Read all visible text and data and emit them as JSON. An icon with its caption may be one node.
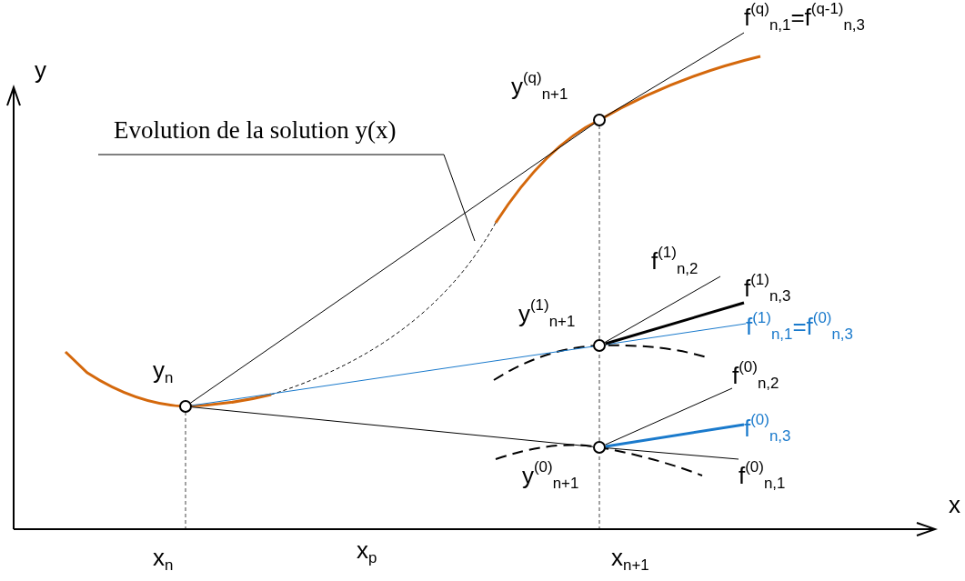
{
  "diagram": {
    "nodes": [
      {
        "text": [],
        "shape": "circle",
        "beside": [
          "y$_{n}$"
        ]
      },
      {
        "text": [],
        "shape": "circle",
        "beside": [
          "y$^{(q)}$$_{n+1}$"
        ]
      },
      {
        "text": [],
        "shape": "circle",
        "beside": [
          "y$^{(1)}$$_{n+1}$"
        ]
      },
      {
        "text": [],
        "shape": "circle",
        "beside": [
          "y$^{(0)}$$_{n+1}$"
        ]
      },
      {
        "text": [
          "f$^{(q)}$$_{n,1}$=f$^{(q-1)}$$_{n,3}$"
        ]
      },
      {
        "text": [
          "f$^{(1)}$$_{n,2}$"
        ]
      },
      {
        "text": [
          "f$^{(1)}$$_{n,3}$"
        ]
      },
      {
        "text": [
          "f$^{(1)}$$_{n,1}$=f$^{(0)}$$_{n,3}$"
        ]
      },
      {
        "text": [
          "f$^{(0)}$$_{n,2}$"
        ]
      },
      {
        "text": [
          "f$^{(0)}$$_{n,3}$"
        ]
      },
      {
        "text": [
          "f$^{(0)}$$_{n,1}$"
        ]
      },
      {
        "text": [
          "Evolution de la solution y(x)"
        ]
      }
    ],
    "edges": [
      {
        "from": 0,
        "to": 1,
        "arrow": "none"
      },
      {
        "from": 1,
        "to": 4,
        "arrow": "none"
      },
      {
        "from": 0,
        "to": 2,
        "arrow": "none",
        "color": "#1a7acc"
      },
      {
        "from": 2,
        "to": 7,
        "arrow": "none",
        "color": "#1a7acc"
      },
      {
        "from": 0,
        "to": 3,
        "arrow": "none"
      },
      {
        "from": 3,
        "to": 10,
        "arrow": "none"
      },
      {
        "from": 2,
        "to": 5,
        "arrow": "none"
      },
      {
        "from": 2,
        "to": 6,
        "arrow": "none",
        "style": "thick"
      },
      {
        "from": 3,
        "to": 8,
        "arrow": "none"
      },
      {
        "from": 3,
        "to": 9,
        "arrow": "none",
        "style": "thick",
        "color": "#1a7acc"
      },
      {
        "from": 11,
        "to": null,
        "arrow": "none"
      }
    ],
    "labels": [
      "y",
      "x",
      "x$_{n}$",
      "x$_{p}$",
      "x$_{n+1}$"
    ]
  }
}
